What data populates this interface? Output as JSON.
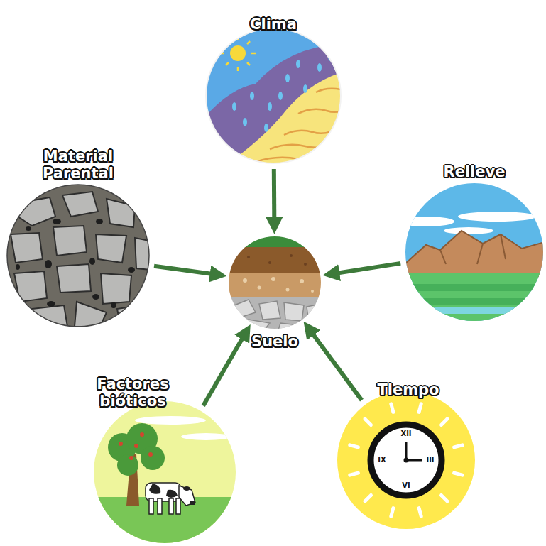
{
  "diagram": {
    "nodes": [
      {
        "text": [
          "Clima"
        ]
      },
      {
        "text": [
          "Material Parental"
        ]
      },
      {
        "text": [
          "Relieve"
        ]
      },
      {
        "text": [
          "Suelo"
        ]
      },
      {
        "text": [
          "Factores bióticos"
        ]
      },
      {
        "text": [
          "Tiempo"
        ]
      }
    ],
    "edges": [
      {
        "from": 0,
        "to": 3,
        "arrow": "to"
      },
      {
        "from": 1,
        "to": 3,
        "arrow": "to"
      },
      {
        "from": 2,
        "to": 3,
        "arrow": "to"
      },
      {
        "from": 4,
        "to": 3,
        "arrow": "to"
      },
      {
        "from": 5,
        "to": 3,
        "arrow": "to"
      }
    ],
    "labels": [
      "XII",
      "III",
      "VI",
      "IX"
    ]
  }
}
